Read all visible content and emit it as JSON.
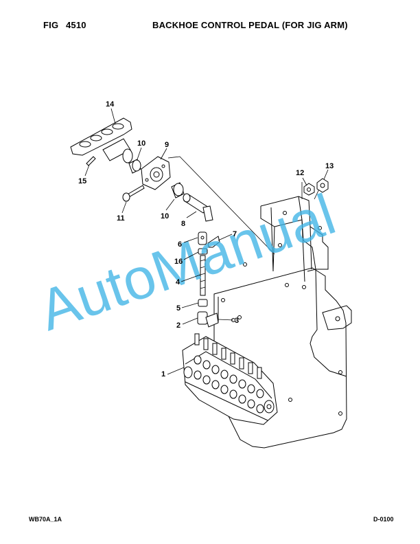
{
  "header": {
    "fig_label": "FIG",
    "fig_number": "4510",
    "title": "BACKHOE CONTROL PEDAL (FOR JIG ARM)"
  },
  "footer": {
    "model_code": "WB70A_1A",
    "page_code": "D-0100"
  },
  "watermark": {
    "text": "AutoManual",
    "color": "#3fb4e6"
  },
  "callouts": [
    "1",
    "2",
    "3",
    "4",
    "5",
    "6",
    "7",
    "8",
    "9",
    "10",
    "10",
    "11",
    "12",
    "13",
    "14",
    "15",
    "16"
  ]
}
